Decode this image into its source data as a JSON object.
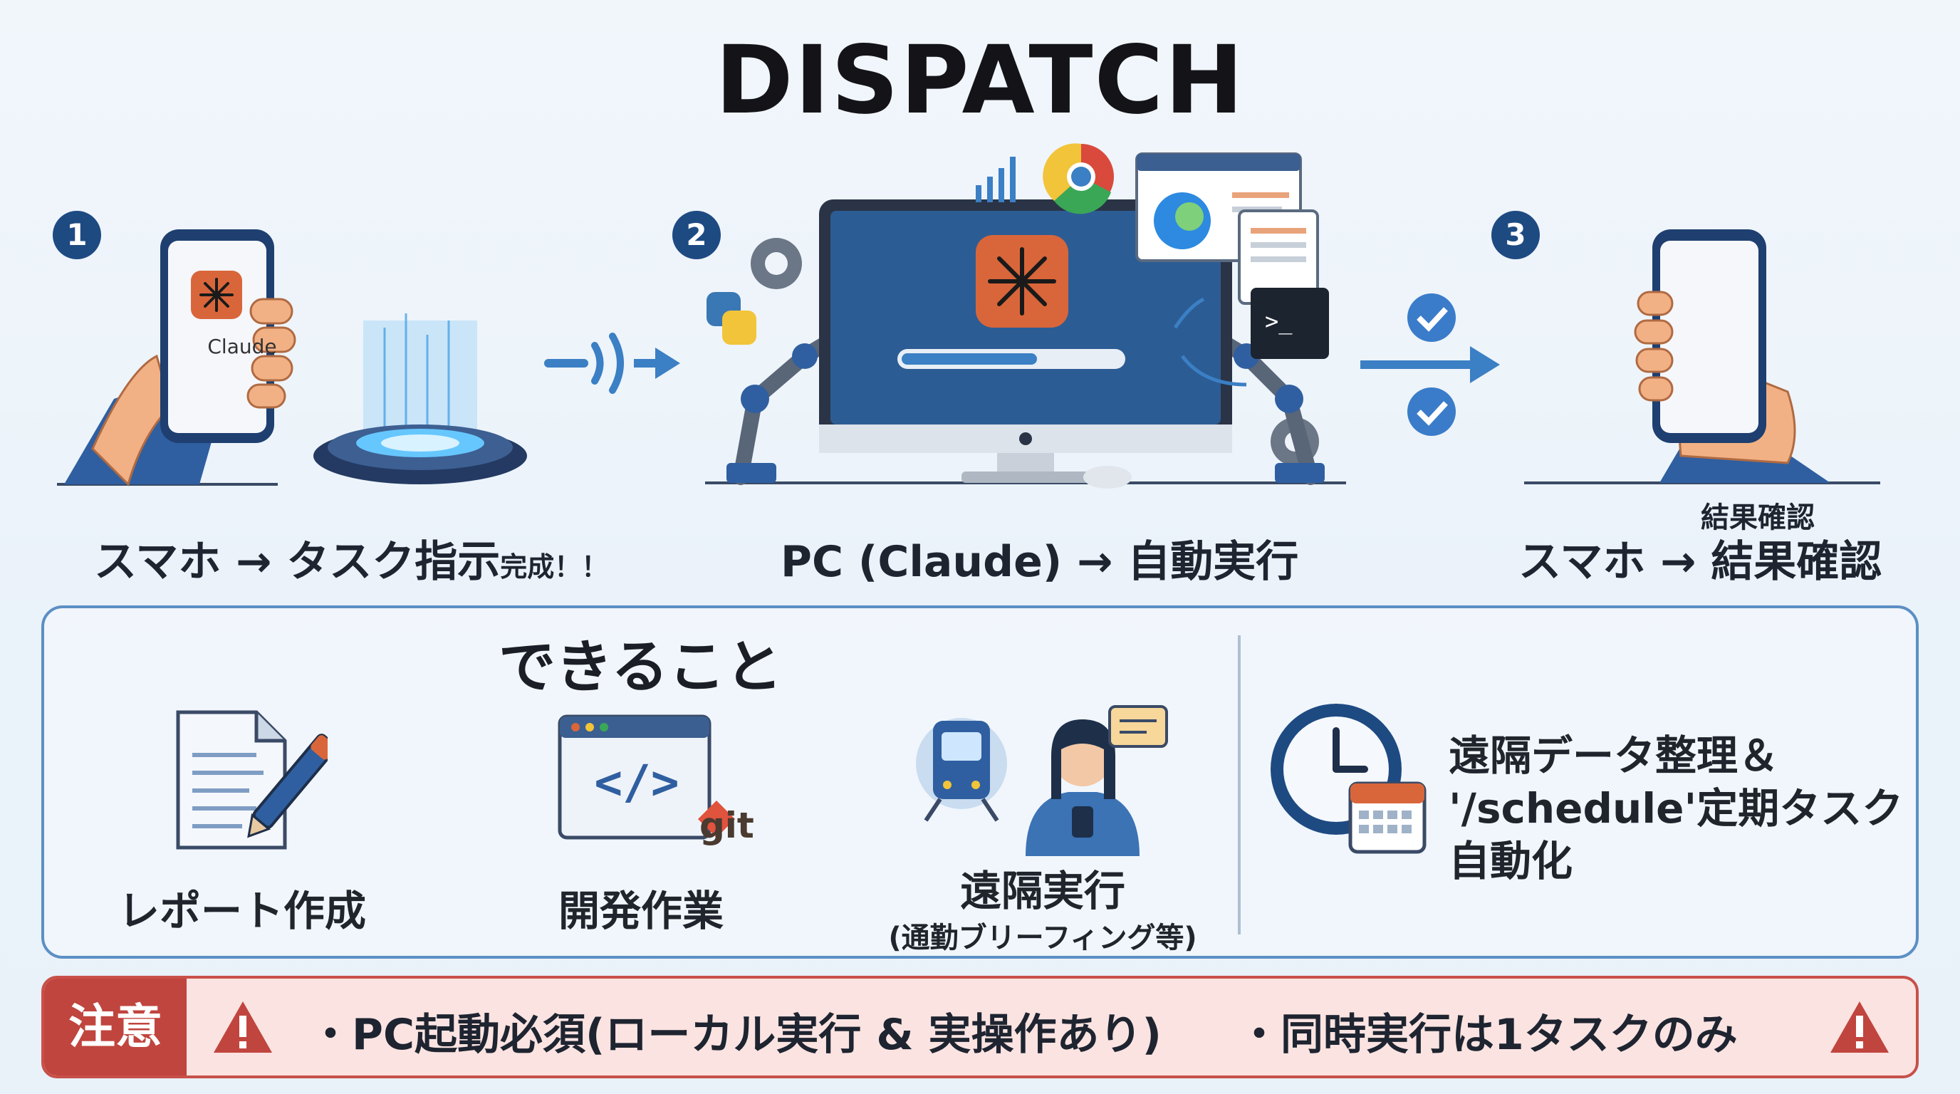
{
  "title": "DISPATCH",
  "steps": [
    {
      "number": "1",
      "caption": "スマホ → タスク指示",
      "caption_small": "完成！！",
      "app_label": "Claude"
    },
    {
      "number": "2",
      "caption": "PC (Claude) → 自動実行"
    },
    {
      "number": "3",
      "caption": "スマホ → 結果確認",
      "caption_above": "結果確認"
    }
  ],
  "terminal_prompt": ">_",
  "capabilities": {
    "title": "できること",
    "items": [
      {
        "label": "レポート作成"
      },
      {
        "label": "開発作業",
        "icon_text": "</>",
        "git_label": "git"
      },
      {
        "label": "遠隔実行",
        "sub": "(通勤ブリーフィング等)"
      }
    ],
    "feature_lines": [
      "遠隔データ整理＆",
      "'/schedule'定期タスク",
      "自動化"
    ]
  },
  "notice": {
    "tag": "注意",
    "items": [
      "・PC起動必須(ローカル実行 & 実操作あり)",
      "・同時実行は1タスクのみ"
    ]
  },
  "colors": {
    "navy": "#1e4a82",
    "accent_orange": "#d9663a",
    "arrow_blue": "#3b7fc4",
    "warning_red": "#c0453e",
    "check_blue": "#3a7cc9"
  }
}
